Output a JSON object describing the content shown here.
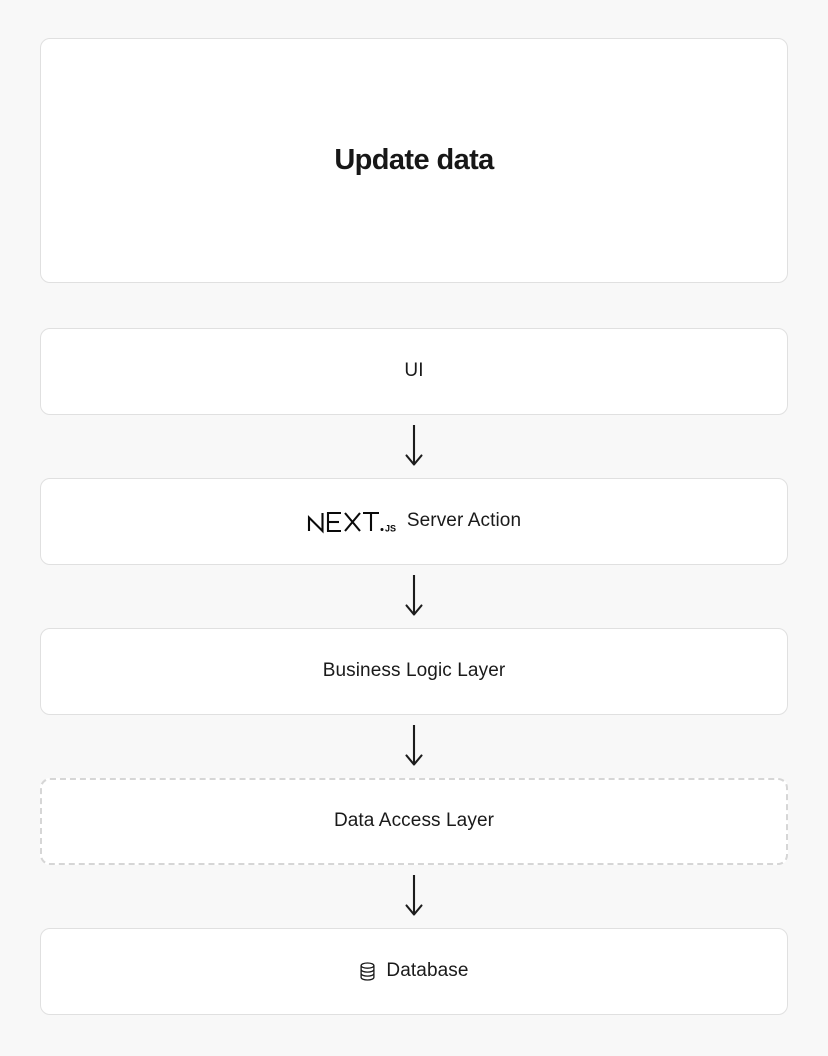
{
  "diagram": {
    "title": "Update data",
    "background_color": "#f8f8f8",
    "card_background": "#ffffff",
    "border_color": "#e0e0e0",
    "dashed_border_color": "#d6d6d6",
    "text_color": "#171717",
    "arrow_glyph": "down-arrow",
    "steps": [
      {
        "id": "ui",
        "label": "UI",
        "border_style": "solid",
        "icon": null
      },
      {
        "id": "server-action",
        "label": "Server Action",
        "border_style": "solid",
        "icon": "nextjs-logo",
        "logo_text": "NEXT",
        "logo_suffix": ".JS"
      },
      {
        "id": "business-logic-layer",
        "label": "Business Logic Layer",
        "border_style": "solid",
        "icon": null
      },
      {
        "id": "data-access-layer",
        "label": "Data Access Layer",
        "border_style": "dashed",
        "icon": null
      },
      {
        "id": "database",
        "label": "Database",
        "border_style": "solid",
        "icon": "database-icon"
      }
    ]
  }
}
